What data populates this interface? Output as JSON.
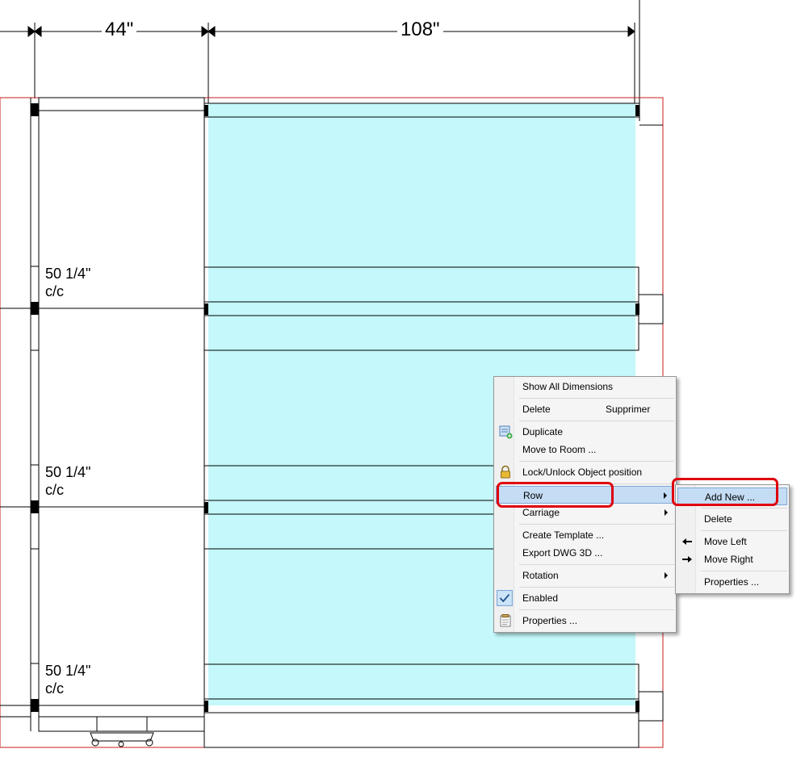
{
  "dimensions": {
    "left": "44\"",
    "right": "108\""
  },
  "row_labels": [
    {
      "spacing": "50 1/4\"",
      "unit": "c/c"
    },
    {
      "spacing": "50 1/4\"",
      "unit": "c/c"
    },
    {
      "spacing": "50 1/4\"",
      "unit": "c/c"
    }
  ],
  "context_menu": {
    "items": [
      {
        "label": "Show All Dimensions"
      },
      {
        "label": "Delete",
        "shortcut": "Supprimer"
      },
      {
        "label": "Duplicate",
        "icon": "duplicate-icon"
      },
      {
        "label": "Move to Room ..."
      },
      {
        "label": "Lock/Unlock Object position",
        "icon": "lock-icon"
      },
      {
        "label": "Row",
        "highlighted": true,
        "submenu": true
      },
      {
        "label": "Carriage",
        "submenu": true
      },
      {
        "label": "Create Template ..."
      },
      {
        "label": "Export DWG 3D ..."
      },
      {
        "label": "Rotation",
        "submenu": true
      },
      {
        "label": "Enabled",
        "icon": "check-icon",
        "checked": true
      },
      {
        "label": "Properties ...",
        "icon": "properties-icon"
      }
    ]
  },
  "submenu": {
    "items": [
      {
        "label": "Add New ...",
        "highlighted": true
      },
      {
        "label": "Delete"
      },
      {
        "label": "Move Left",
        "icon": "arrow-left-icon"
      },
      {
        "label": "Move Right",
        "icon": "arrow-right-icon"
      },
      {
        "label": "Properties ..."
      }
    ]
  },
  "colors": {
    "highlight_fill": "#c4f8fa",
    "room_border": "#c81e1e",
    "callout": "#e0000d",
    "menu_highlight": "#c4dcf4"
  }
}
